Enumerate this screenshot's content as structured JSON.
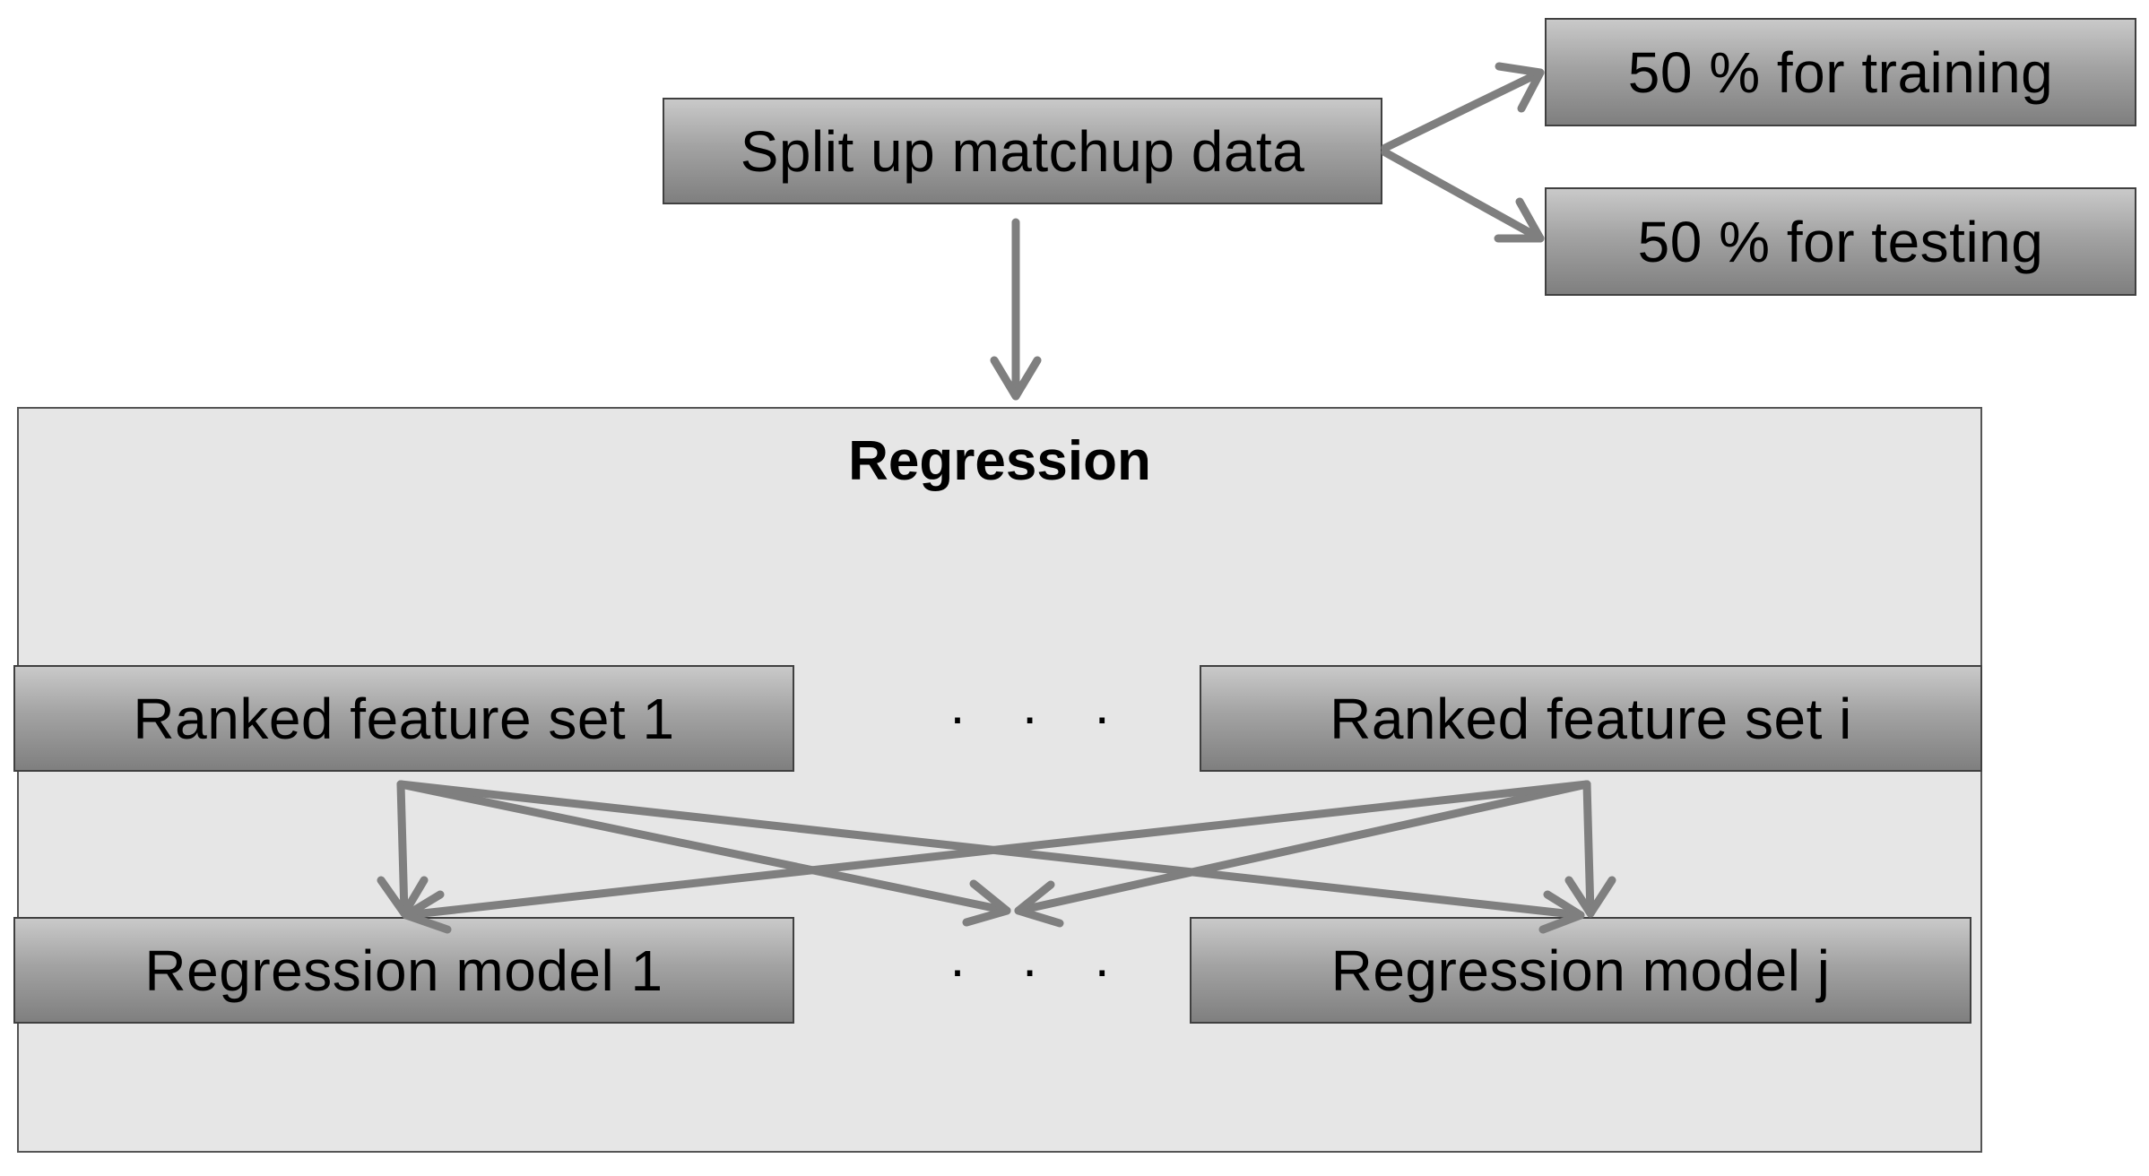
{
  "nodes": {
    "split": "Split up matchup data",
    "train": "50 % for training",
    "test": "50 % for testing",
    "rfs1": "Ranked feature set 1",
    "rfsi": "Ranked feature set i",
    "rm1": "Regression model 1",
    "rmj": "Regression model j"
  },
  "region": {
    "title": "Regression"
  },
  "ellipsis": {
    "top": "· · ·",
    "bottom": "· · ·"
  },
  "colors": {
    "arrow": "#7f7f7f",
    "region_fill": "#e6e6e6",
    "box_gradient_top": "#c9c9c9",
    "box_gradient_bottom": "#7f7f7f"
  }
}
